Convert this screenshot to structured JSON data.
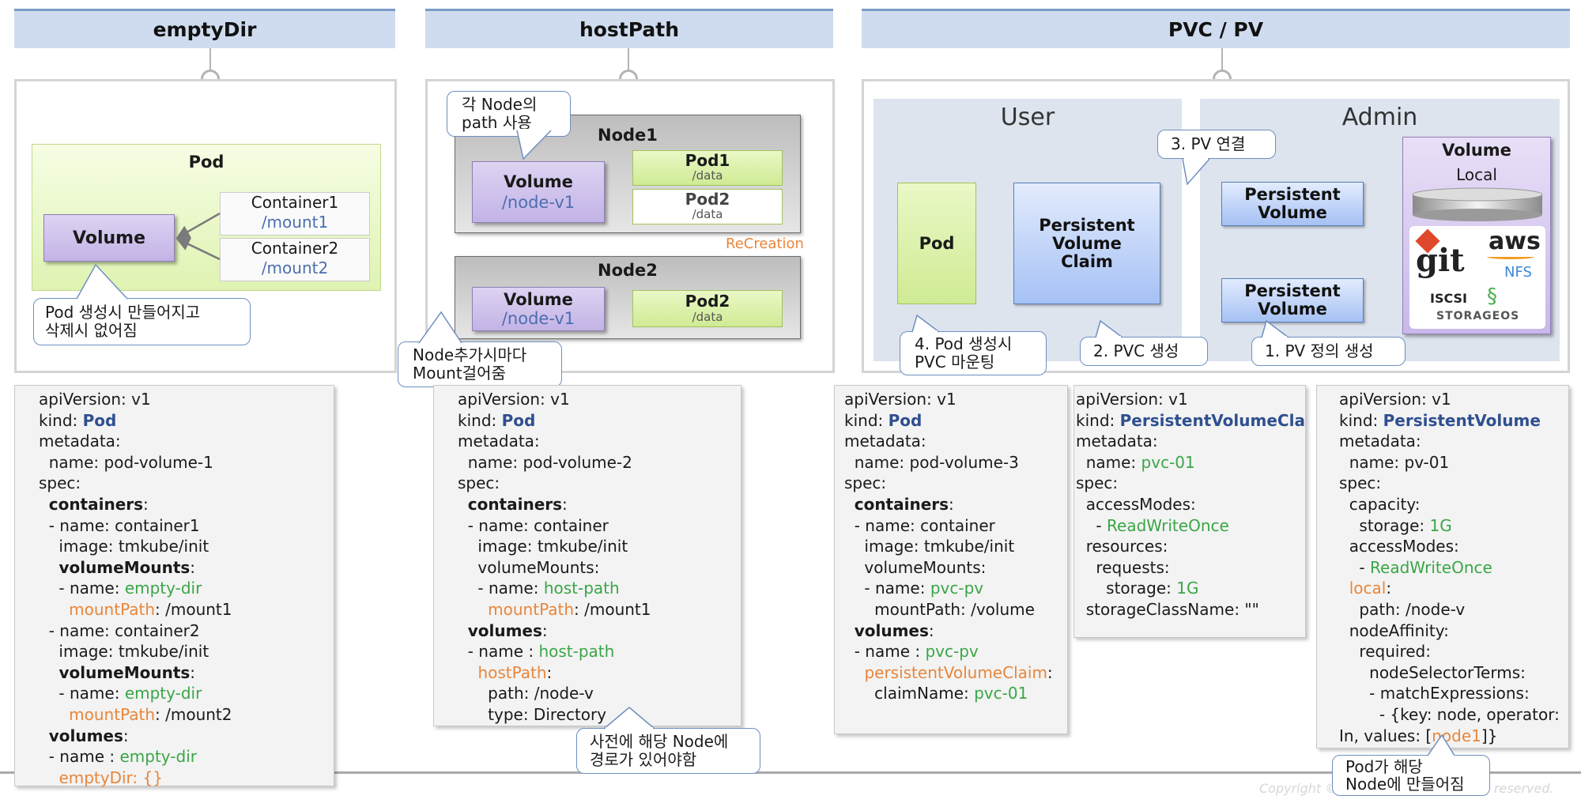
{
  "headers": {
    "empty_dir": "emptyDir",
    "host_path": "hostPath",
    "pvc_pv": "PVC / PV"
  },
  "empty_dir_diagram": {
    "pod_label": "Pod",
    "volume_label": "Volume",
    "container1_name": "Container1",
    "container1_mount": "/mount1",
    "container2_name": "Container2",
    "container2_mount": "/mount2",
    "callout_line1": "Pod 생성시 만들어지고",
    "callout_line2": "삭제시 없어짐"
  },
  "host_path_diagram": {
    "callout_top_line1": "각 Node의",
    "callout_top_line2": "path 사용",
    "node1_label": "Node1",
    "node2_label": "Node2",
    "volume_label": "Volume",
    "volume_path": "/node-v1",
    "pod1_label": "Pod1",
    "pod2_label": "Pod2",
    "pod_path": "/data",
    "recreation_label": "ReCreation",
    "callout_bottom_line1": "Node추가시마다",
    "callout_bottom_line2": "Mount걸어줌"
  },
  "pvc_diagram": {
    "user_label": "User",
    "admin_label": "Admin",
    "pod_label": "Pod",
    "pvc_line1": "Persistent",
    "pvc_line2": "Volume",
    "pvc_line3": "Claim",
    "pv_line1": "Persistent",
    "pv_line2": "Volume",
    "volume_title": "Volume",
    "volume_local": "Local",
    "logo_git": "git",
    "logo_aws": "aws",
    "logo_nfs": "NFS",
    "logo_iscsi": "ISCSI",
    "logo_storageos": "STORAGEOS",
    "step1": "1. PV 정의 생성",
    "step2": "2. PVC 생성",
    "step3": "3. PV 연결",
    "step4_line1": "4. Pod 생성시",
    "step4_line2": "PVC 마운팅"
  },
  "bottom_callouts": {
    "host_path_line1": "사전에 해당 Node에",
    "host_path_line2": "경로가 있어야함",
    "pv_line1": "Pod가 해당",
    "pv_line2": "Node에 만들어짐"
  },
  "footer": {
    "copyright_left": "Copyright ©",
    "copyright_right": "hts reserved."
  },
  "yaml": {
    "empty_dir": [
      [
        {
          "t": "apiVersion: v1"
        }
      ],
      [
        {
          "t": "kind: "
        },
        {
          "t": "Pod",
          "c": "kw"
        }
      ],
      [
        {
          "t": "metadata:"
        }
      ],
      [
        {
          "t": "  name: pod-volume-1"
        }
      ],
      [
        {
          "t": "spec:"
        }
      ],
      [
        {
          "t": "  "
        },
        {
          "t": "containers",
          "c": "b"
        },
        {
          "t": ":"
        }
      ],
      [
        {
          "t": "  - name: container1"
        }
      ],
      [
        {
          "t": "    image: tmkube/init"
        }
      ],
      [
        {
          "t": "    "
        },
        {
          "t": "volumeMounts",
          "c": "b"
        },
        {
          "t": ":"
        }
      ],
      [
        {
          "t": "    - name: "
        },
        {
          "t": "empty-dir",
          "c": "gr"
        }
      ],
      [
        {
          "t": "      "
        },
        {
          "t": "mountPath",
          "c": "or"
        },
        {
          "t": ": /mount1"
        }
      ],
      [
        {
          "t": "  - name: container2"
        }
      ],
      [
        {
          "t": "    image: tmkube/init"
        }
      ],
      [
        {
          "t": "    "
        },
        {
          "t": "volumeMounts",
          "c": "b"
        },
        {
          "t": ":"
        }
      ],
      [
        {
          "t": "    - name: "
        },
        {
          "t": "empty-dir",
          "c": "gr"
        }
      ],
      [
        {
          "t": "      "
        },
        {
          "t": "mountPath",
          "c": "or"
        },
        {
          "t": ": /mount2"
        }
      ],
      [
        {
          "t": "  "
        },
        {
          "t": "volumes",
          "c": "b"
        },
        {
          "t": ":"
        }
      ],
      [
        {
          "t": "  - name : "
        },
        {
          "t": "empty-dir",
          "c": "gr"
        }
      ],
      [
        {
          "t": "    "
        },
        {
          "t": "emptyDir: {}",
          "c": "or"
        }
      ]
    ],
    "host_path": [
      [
        {
          "t": "apiVersion: v1"
        }
      ],
      [
        {
          "t": "kind: "
        },
        {
          "t": "Pod",
          "c": "kw"
        }
      ],
      [
        {
          "t": "metadata:"
        }
      ],
      [
        {
          "t": "  name: pod-volume-2"
        }
      ],
      [
        {
          "t": "spec:"
        }
      ],
      [
        {
          "t": "  "
        },
        {
          "t": "containers",
          "c": "b"
        },
        {
          "t": ":"
        }
      ],
      [
        {
          "t": "  - name: container"
        }
      ],
      [
        {
          "t": "    image: tmkube/init"
        }
      ],
      [
        {
          "t": "    volumeMounts:"
        }
      ],
      [
        {
          "t": "    - name: "
        },
        {
          "t": "host-path",
          "c": "gr"
        }
      ],
      [
        {
          "t": "      "
        },
        {
          "t": "mountPath",
          "c": "or"
        },
        {
          "t": ": /mount1"
        }
      ],
      [
        {
          "t": "  "
        },
        {
          "t": "volumes",
          "c": "b"
        },
        {
          "t": ":"
        }
      ],
      [
        {
          "t": "  - name : "
        },
        {
          "t": "host-path",
          "c": "gr"
        }
      ],
      [
        {
          "t": "    "
        },
        {
          "t": "hostPath",
          "c": "or"
        },
        {
          "t": ":"
        }
      ],
      [
        {
          "t": "      path: /node-v"
        }
      ],
      [
        {
          "t": "      type: Directory"
        }
      ]
    ],
    "pvc_pod": [
      [
        {
          "t": "apiVersion: v1"
        }
      ],
      [
        {
          "t": "kind: "
        },
        {
          "t": "Pod",
          "c": "kw"
        }
      ],
      [
        {
          "t": "metadata:"
        }
      ],
      [
        {
          "t": "  name: pod-volume-3"
        }
      ],
      [
        {
          "t": "spec:"
        }
      ],
      [
        {
          "t": "  "
        },
        {
          "t": "containers",
          "c": "b"
        },
        {
          "t": ":"
        }
      ],
      [
        {
          "t": "  - name: container"
        }
      ],
      [
        {
          "t": "    image: tmkube/init"
        }
      ],
      [
        {
          "t": "    volumeMounts:"
        }
      ],
      [
        {
          "t": "    - name: "
        },
        {
          "t": "pvc-pv",
          "c": "gr"
        }
      ],
      [
        {
          "t": "      mountPath: /volume"
        }
      ],
      [
        {
          "t": "  "
        },
        {
          "t": "volumes",
          "c": "b"
        },
        {
          "t": ":"
        }
      ],
      [
        {
          "t": "  - name : "
        },
        {
          "t": "pvc-pv",
          "c": "gr"
        }
      ],
      [
        {
          "t": "    "
        },
        {
          "t": "persistentVolumeClaim",
          "c": "or"
        },
        {
          "t": ":"
        }
      ],
      [
        {
          "t": "      claimName: "
        },
        {
          "t": "pvc-01",
          "c": "gr"
        }
      ]
    ],
    "pvc": [
      [
        {
          "t": "apiVersion: v1"
        }
      ],
      [
        {
          "t": "kind: "
        },
        {
          "t": "PersistentVolumeClaim",
          "c": "kw"
        }
      ],
      [
        {
          "t": "metadata:"
        }
      ],
      [
        {
          "t": "  name: "
        },
        {
          "t": "pvc-01",
          "c": "gr"
        }
      ],
      [
        {
          "t": "spec:"
        }
      ],
      [
        {
          "t": "  accessModes:"
        }
      ],
      [
        {
          "t": "    - "
        },
        {
          "t": "ReadWriteOnce",
          "c": "gr"
        }
      ],
      [
        {
          "t": "  resources:"
        }
      ],
      [
        {
          "t": "    requests:"
        }
      ],
      [
        {
          "t": "      storage: "
        },
        {
          "t": "1G",
          "c": "gr"
        }
      ],
      [
        {
          "t": "  storageClassName: \"\""
        }
      ]
    ],
    "pv": [
      [
        {
          "t": "apiVersion: v1"
        }
      ],
      [
        {
          "t": "kind: "
        },
        {
          "t": "PersistentVolume",
          "c": "kw"
        }
      ],
      [
        {
          "t": "metadata:"
        }
      ],
      [
        {
          "t": "  name: pv-01"
        }
      ],
      [
        {
          "t": "spec:"
        }
      ],
      [
        {
          "t": "  capacity:"
        }
      ],
      [
        {
          "t": "    storage: "
        },
        {
          "t": "1G",
          "c": "gr"
        }
      ],
      [
        {
          "t": "  accessModes:"
        }
      ],
      [
        {
          "t": "    - "
        },
        {
          "t": "ReadWriteOnce",
          "c": "gr"
        }
      ],
      [
        {
          "t": "  "
        },
        {
          "t": "local",
          "c": "or"
        },
        {
          "t": ":"
        }
      ],
      [
        {
          "t": "    path: /node-v"
        }
      ],
      [
        {
          "t": "  nodeAffinity:"
        }
      ],
      [
        {
          "t": "    required:"
        }
      ],
      [
        {
          "t": "      nodeSelectorTerms:"
        }
      ],
      [
        {
          "t": "      - matchExpressions:"
        }
      ],
      [
        {
          "t": "        - {key: node, operator:"
        }
      ],
      [
        {
          "t": "In, values: ["
        },
        {
          "t": "node1",
          "c": "or"
        },
        {
          "t": "]}"
        }
      ]
    ]
  }
}
